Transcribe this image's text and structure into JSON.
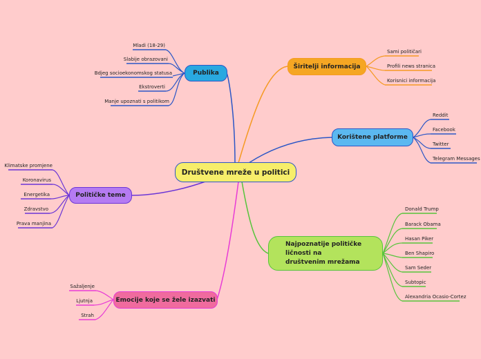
{
  "center": {
    "label": "Društvene mreže u politici"
  },
  "branches": {
    "publika": {
      "label": "Publika",
      "color": "#29A8E0",
      "line": "#2A56C6",
      "items": [
        "Mladi (18-29)",
        "Slabije obrazovani",
        "Bdjeg socioekonomskog statusa",
        "Ekstroverti",
        "Manje upoznati s politikom"
      ]
    },
    "teme": {
      "label": "Političke teme",
      "color": "#B57BF2",
      "line": "#6A35D6",
      "items": [
        "Klimatske promjene",
        "Koronavirus",
        "Energetika",
        "Zdravstvo",
        "Prava manjina"
      ]
    },
    "emocije": {
      "label": "Emocije koje se žele izazvati",
      "color": "#F06B9E",
      "line": "#E83BD6",
      "items": [
        "Sažaljenje",
        "Ljutnja",
        "Strah"
      ]
    },
    "siritelji": {
      "label": "Širitelji informacija",
      "color": "#F5A623",
      "line": "#F59A23",
      "items": [
        "Sami političari",
        "Profili news stranica",
        "Korisnici informacija"
      ]
    },
    "platforme": {
      "label": "Korištene platforme",
      "color": "#5BB8F0",
      "line": "#2A56C6",
      "items": [
        "Reddit",
        "Facebook",
        "Twitter",
        "Telegram Messages"
      ]
    },
    "licnosti": {
      "label": "Najpoznatije političke ličnosti na društvenim mrežama",
      "color": "#B3E35C",
      "line": "#55C43A",
      "items": [
        "Donald Trump",
        "Barack Obama",
        "Hasan Piker",
        "Ben Shapiro",
        "Sam Seder",
        "Subtopic",
        "Alexandria Ocasio-Cortez"
      ]
    }
  }
}
